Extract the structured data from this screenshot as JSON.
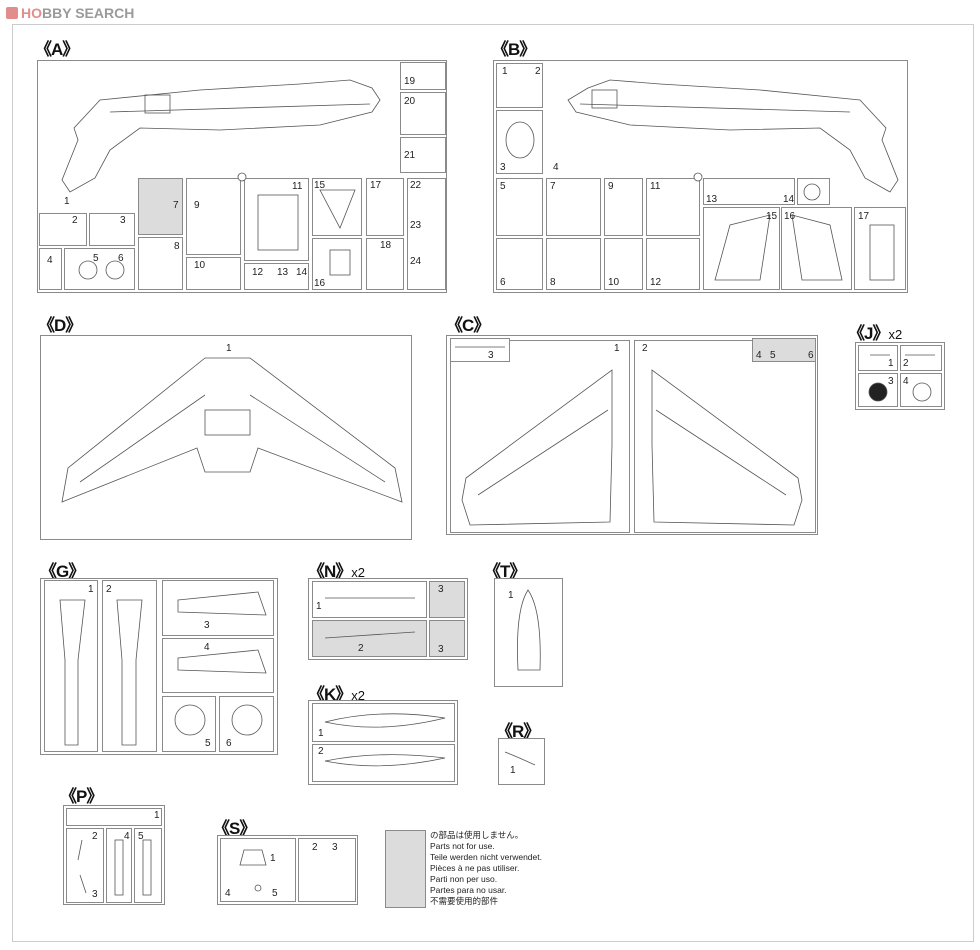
{
  "brand": {
    "logo_text_1": "HO",
    "logo_text_2": "BBY SEARCH"
  },
  "sections": {
    "A": {
      "label": "《A》",
      "parts": [
        "1",
        "2",
        "3",
        "4",
        "5",
        "6",
        "7",
        "8",
        "9",
        "10",
        "11",
        "12",
        "13",
        "14",
        "15",
        "16",
        "17",
        "18",
        "19",
        "20",
        "21",
        "22",
        "23",
        "24"
      ]
    },
    "B": {
      "label": "《B》",
      "parts": [
        "1",
        "2",
        "3",
        "4",
        "5",
        "6",
        "7",
        "8",
        "9",
        "10",
        "11",
        "12",
        "13",
        "14",
        "15",
        "16",
        "17"
      ]
    },
    "D": {
      "label": "《D》",
      "parts": [
        "1"
      ]
    },
    "C": {
      "label": "《C》",
      "parts": [
        "1",
        "2",
        "3",
        "4",
        "5",
        "6"
      ]
    },
    "J": {
      "label": "《J》",
      "multiplier": "x2",
      "parts": [
        "1",
        "2",
        "3",
        "4"
      ]
    },
    "G": {
      "label": "《G》",
      "parts": [
        "1",
        "2",
        "3",
        "4",
        "5",
        "6"
      ]
    },
    "N": {
      "label": "《N》",
      "multiplier": "x2",
      "parts": [
        "1",
        "2",
        "3",
        "3"
      ]
    },
    "K": {
      "label": "《K》",
      "multiplier": "x2",
      "parts": [
        "1",
        "2"
      ]
    },
    "T": {
      "label": "《T》",
      "parts": [
        "1"
      ]
    },
    "R": {
      "label": "《R》",
      "parts": [
        "1"
      ]
    },
    "P": {
      "label": "《P》",
      "parts": [
        "1",
        "2",
        "3",
        "4",
        "5"
      ]
    },
    "S": {
      "label": "《S》",
      "parts": [
        "1",
        "2",
        "3",
        "4",
        "5"
      ]
    }
  },
  "legend": {
    "lines": [
      "の部品は使用しません。",
      "Parts not for use.",
      "Teile werden nicht verwendet.",
      "Pièces à ne pas utiliser.",
      "Parti non per uso.",
      "Partes para no usar.",
      "不需要使用的部件"
    ],
    "shade_color": "#dcdcdc"
  }
}
